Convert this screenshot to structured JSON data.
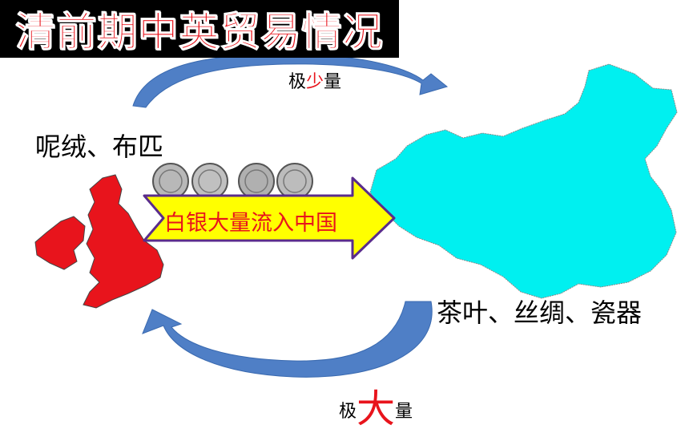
{
  "title": "清前期中英贸易情况",
  "exports_uk": "呢绒、布匹",
  "exports_china": "茶叶、丝绸、瓷器",
  "amount_top": {
    "pre": "极",
    "mid": "少",
    "post": "量"
  },
  "amount_bottom": {
    "pre": "极",
    "mid": "大",
    "post": "量"
  },
  "silver_flow": "白银大量流入中国",
  "colors": {
    "title_bg": "#000000",
    "title_text": "#e8141c",
    "uk_map": "#e8141c",
    "china_map": "#00f0f0",
    "curved_arrow": "#4f7fc6",
    "big_arrow_fill": "#ffff00",
    "big_arrow_stroke": "#5a2c8c",
    "accent_text": "#e8141c"
  }
}
